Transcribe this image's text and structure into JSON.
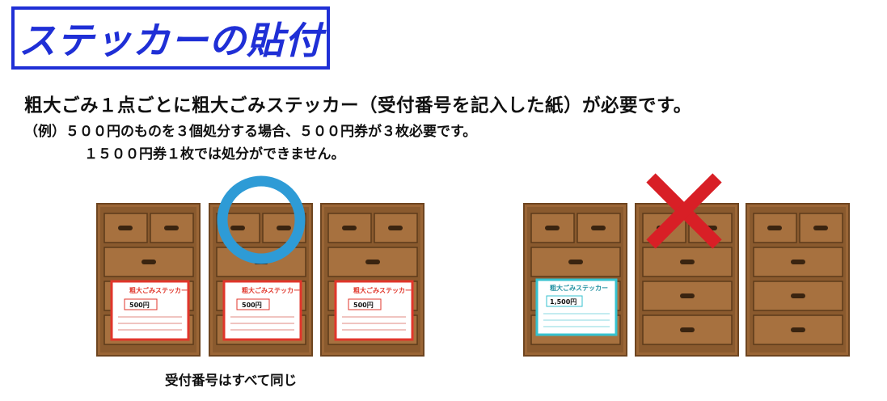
{
  "title": "ステッカーの貼付",
  "line1": "粗大ごみ１点ごとに粗大ごみステッカー（受付番号を記入した紙）が必要です。",
  "line2": "（例）５００円のものを３個処分する場合、５００円券が３枚必要です。",
  "line3": "１５００円券１枚では処分ができません。",
  "caption": "受付番号はすべて同じ",
  "sticker_good": {
    "title": "粗大ごみステッカー",
    "price": "500円"
  },
  "sticker_bad": {
    "title": "粗大ごみステッカー",
    "price": "1,500円"
  },
  "colors": {
    "title_blue": "#1f2fd6",
    "circle": "#2e9bd6",
    "cross": "#d81f26",
    "dresser": "#8a5a2e",
    "sticker_red": "#e0362b",
    "sticker_cyan": "#35c2cf"
  }
}
